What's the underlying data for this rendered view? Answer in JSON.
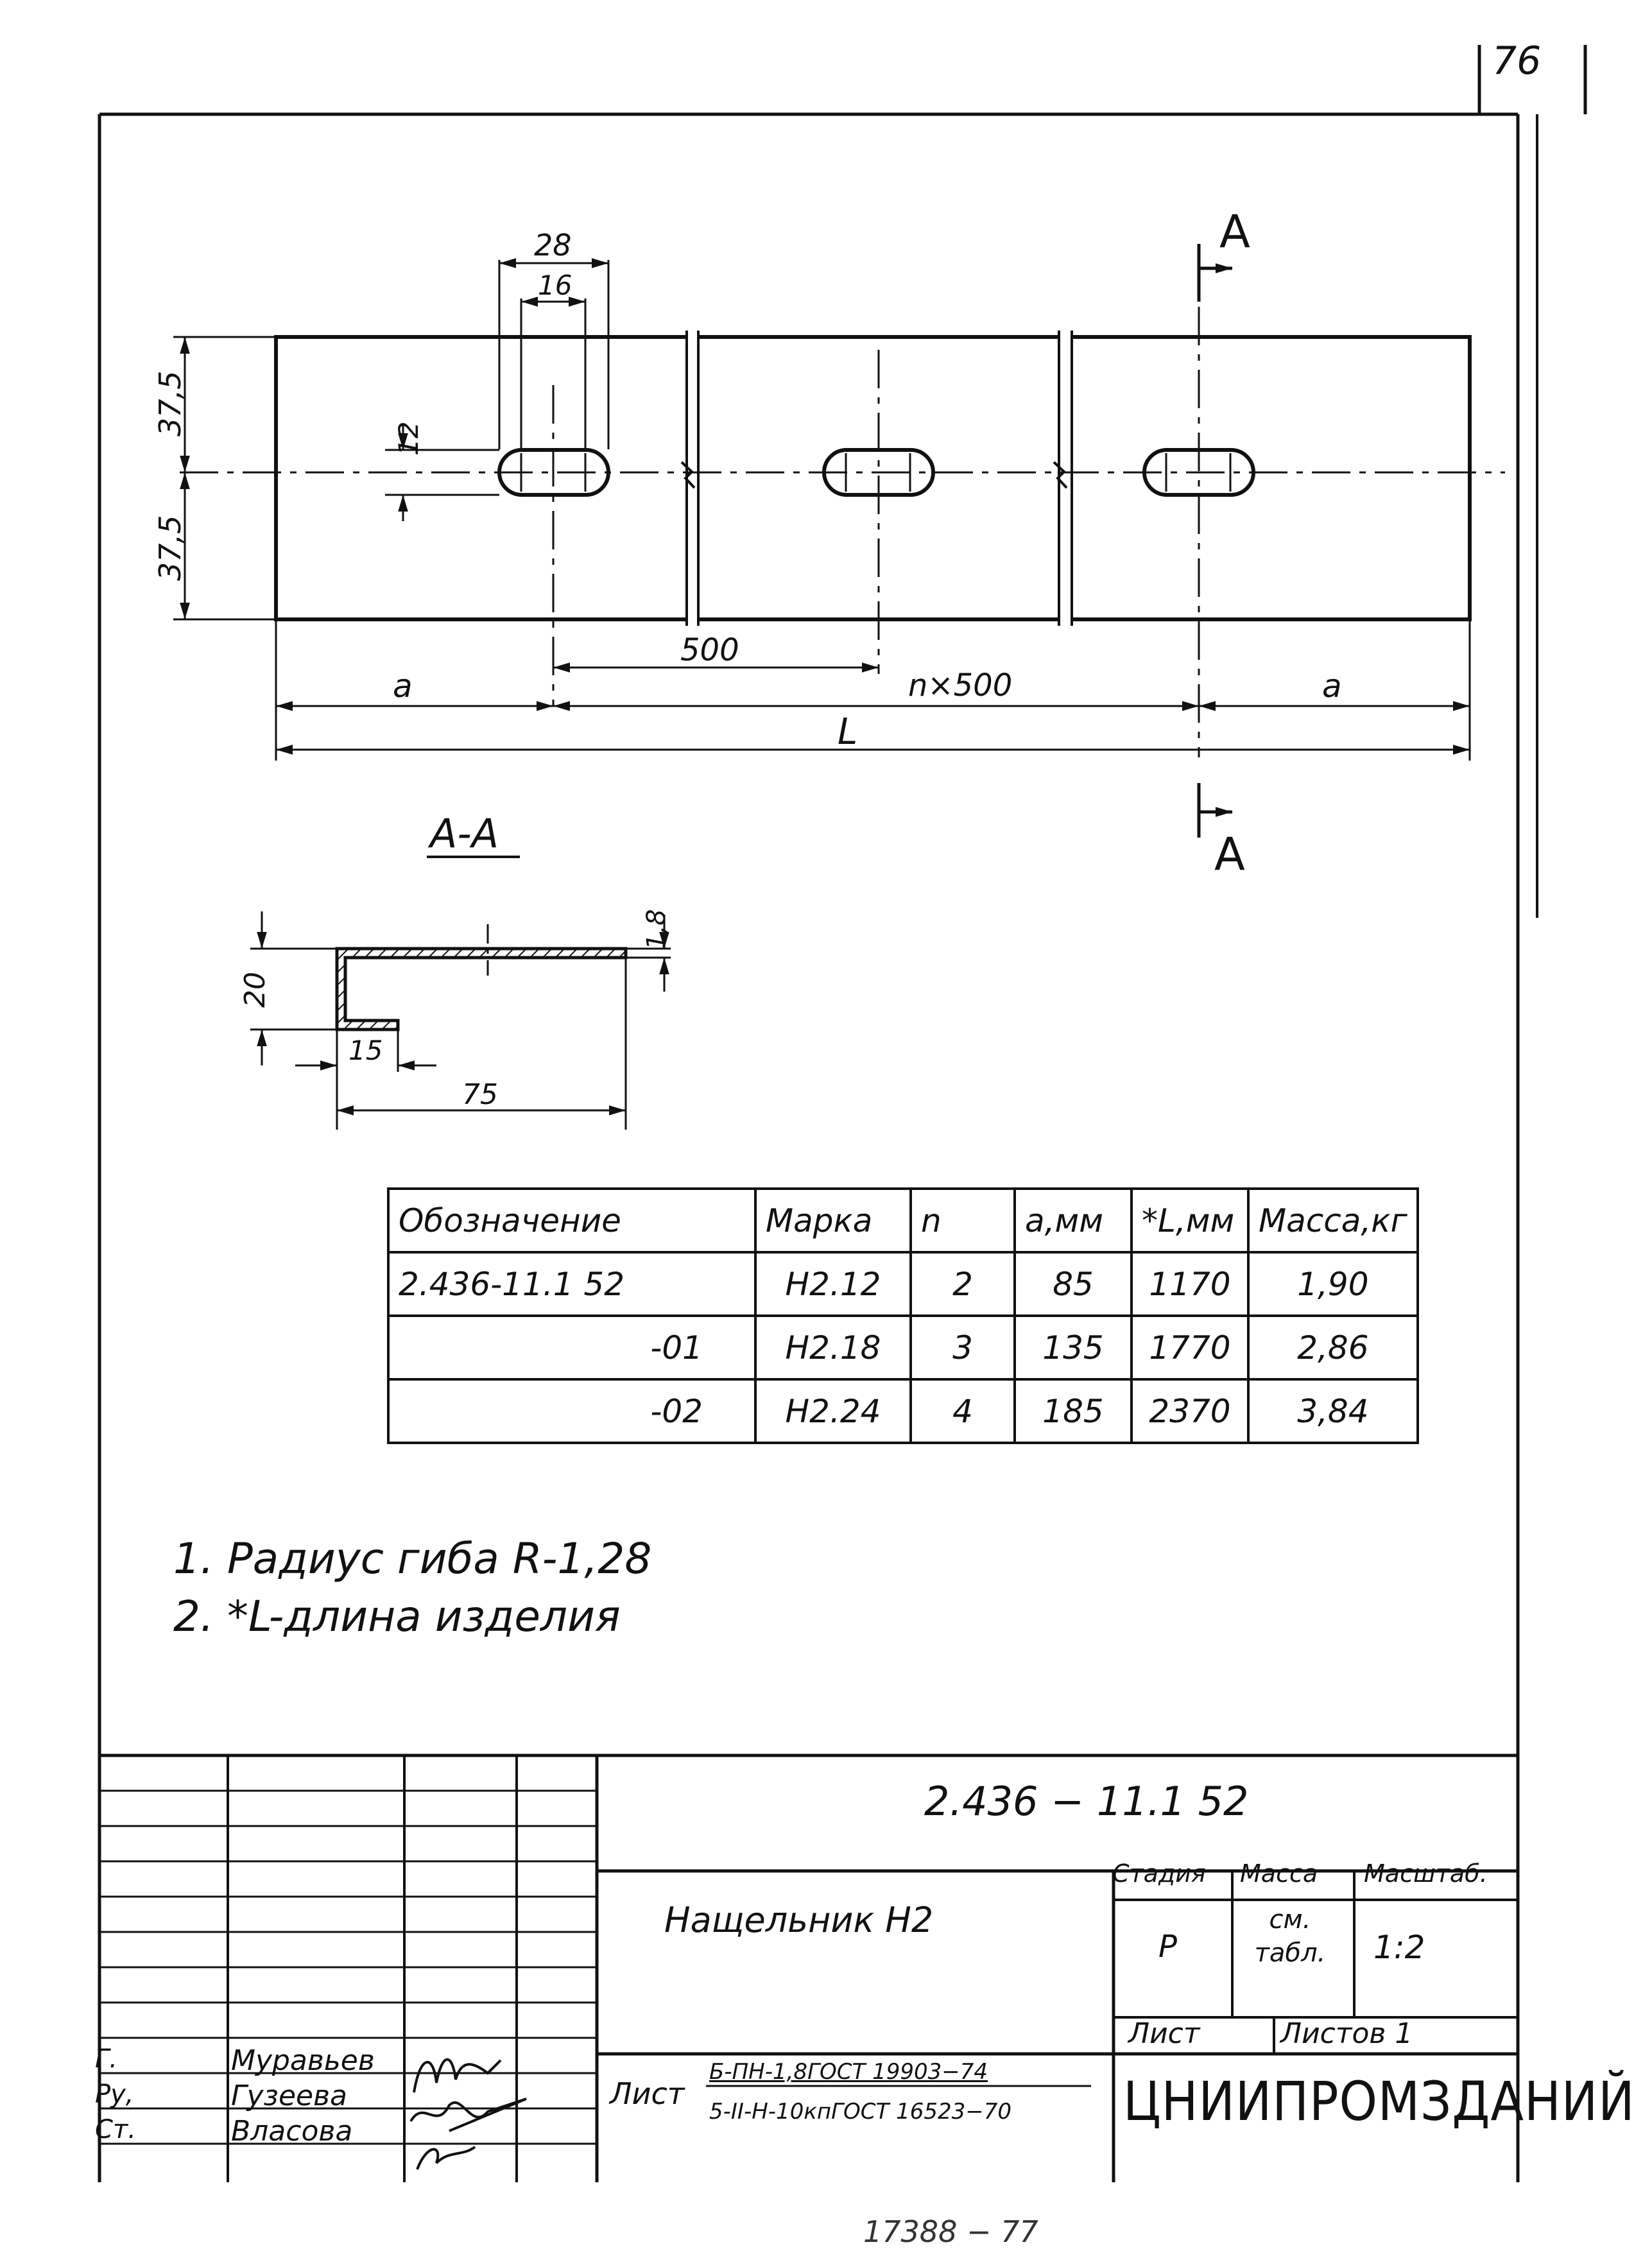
{
  "page_number": "76",
  "drawing": {
    "section_marker_top": "A",
    "section_marker_bottom": "A",
    "dims": {
      "slot_outer": "28",
      "slot_inner": "16",
      "slot_height": "12",
      "half_height_top": "37,5",
      "half_height_bottom": "37,5",
      "pitch": "500",
      "edge_left": "a",
      "edge_right": "a",
      "middle": "n×500",
      "overall": "L"
    }
  },
  "section": {
    "title": "А-А",
    "dims": {
      "thickness": "1,8",
      "flange_height": "20",
      "flange_width": "15",
      "total_width": "75"
    }
  },
  "table": {
    "headers": [
      "Обозначение",
      "Марка",
      "n",
      "a,мм",
      "*L,мм",
      "Масса,кг"
    ],
    "rows": [
      [
        "2.436-11.1 52",
        "Н2.12",
        "2",
        "85",
        "1170",
        "1,90"
      ],
      [
        "-01",
        "Н2.18",
        "3",
        "135",
        "1770",
        "2,86"
      ],
      [
        "-02",
        "Н2.24",
        "4",
        "185",
        "2370",
        "3,84"
      ]
    ]
  },
  "notes": [
    "1. Радиус гиба R-1,28",
    "2. *L-длина изделия"
  ],
  "title_block": {
    "code": "2.436 − 11.1 52",
    "title": "Нащельник Н2",
    "stage_label": "Стадия",
    "stage": "Р",
    "mass_label": "Масса",
    "mass": "см. табл.",
    "scale_label": "Масштаб.",
    "scale": "1:2",
    "sheet_label": "Лист",
    "sheets_label": "Листов 1",
    "organization": "ЦНИИПРОМЗДАНИЙ",
    "list_label": "Лист",
    "material_line1": "Б-ПН-1,8ГОСТ 19903−74",
    "material_line2": "5-II-Н-10кпГОСТ 16523−70",
    "signatures": [
      {
        "role": "Г.",
        "name": "Муравьев"
      },
      {
        "role": "Ру,",
        "name": "Гузеева"
      },
      {
        "role": "Ст.",
        "name": "Власова"
      }
    ],
    "bottom_stamp": "17388 − 77"
  }
}
